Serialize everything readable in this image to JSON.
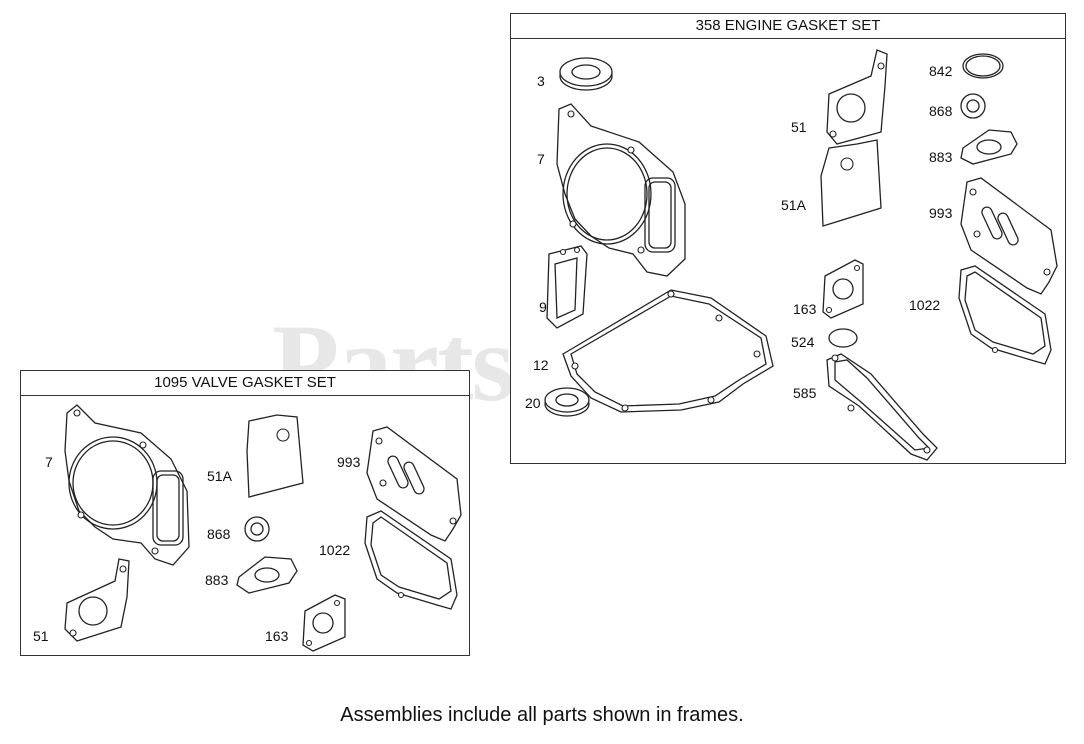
{
  "engine_set": {
    "title": "358 ENGINE GASKET SET",
    "labels": {
      "p3": "3",
      "p7": "7",
      "p9": "9",
      "p12": "12",
      "p20": "20",
      "p51": "51",
      "p51a": "51A",
      "p163": "163",
      "p524": "524",
      "p585": "585",
      "p842": "842",
      "p868": "868",
      "p883": "883",
      "p993": "993",
      "p1022": "1022"
    }
  },
  "valve_set": {
    "title": "1095 VALVE GASKET SET",
    "labels": {
      "p7": "7",
      "p51": "51",
      "p51a": "51A",
      "p868": "868",
      "p883": "883",
      "p163": "163",
      "p993": "993",
      "p1022": "1022"
    }
  },
  "footer": "Assemblies include all parts shown in frames.",
  "watermark": {
    "text": "PartsTree",
    "tm": "™"
  }
}
